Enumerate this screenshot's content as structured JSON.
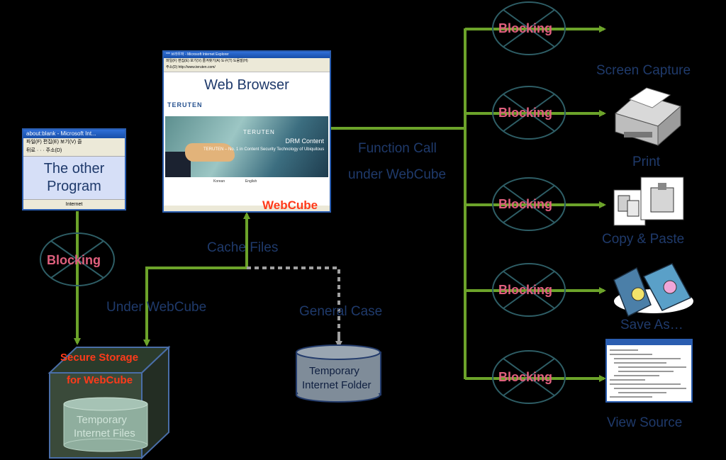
{
  "labels": {
    "other_program": "The other Program",
    "other_program_title": "about:blank - Microsoft Int...",
    "other_program_menu": "파일(F)  편집(E)  보기(V)  즐",
    "other_program_toolbar": "뒤로  ·  ·  ·  주소(D)",
    "other_program_status": "Internet",
    "web_browser": "Web Browser",
    "browser_title": "*** 브라우저 - Microsoft Internet Explorer",
    "browser_menu": "파일(F)  편집(E)  보기(V)  즐겨찾기(A)  도구(T)  도움말(H)",
    "browser_address": "주소(D)  http://www.teruten.com/",
    "teruten_logo": "TERUTEN",
    "banner_teruten": "TERUTEN",
    "drm_content": "DRM Content",
    "slogan": "TERUTEN – No. 1 in Content Security Technology of Ubiquitous",
    "lang_korean": "Korean",
    "lang_english": "English",
    "webcube": "WebCube",
    "function_call": "Function Call",
    "under_webcube_right": "under WebCube",
    "cache_files": "Cache Files",
    "under_webcube_left": "Under WebCube",
    "general_case": "General Case",
    "blocking_left": "Blocking",
    "secure_storage_1": "Secure Storage",
    "secure_storage_2": "for WebCube",
    "temp_files_1": "Temporary",
    "temp_files_2": "Internet Files",
    "temp_folder_1": "Temporary",
    "temp_folder_2": "Internet Folder"
  },
  "outputs": [
    {
      "blocking": "Blocking",
      "target": "Screen Capture",
      "icon": "screen-capture-icon"
    },
    {
      "blocking": "Blocking",
      "target": "Print",
      "icon": "printer-icon"
    },
    {
      "blocking": "Blocking",
      "target": "Copy & Paste",
      "icon": "clipboard-icon"
    },
    {
      "blocking": "Blocking",
      "target": "Save As…",
      "icon": "floppy-disk-icon"
    },
    {
      "blocking": "Blocking",
      "target": "View Source",
      "icon": "source-code-icon"
    }
  ],
  "colors": {
    "background": "#000000",
    "arrow": "#6ca32a",
    "label_text": "#1f3a6b",
    "blocking_text": "#e0607e",
    "accent_red": "#ff3a1a",
    "dotted_arrow": "#a0a0a0"
  }
}
